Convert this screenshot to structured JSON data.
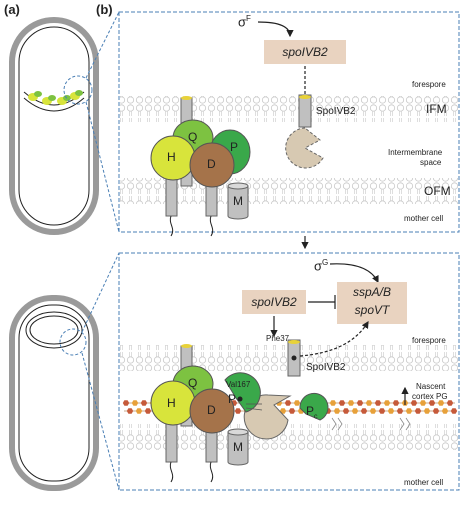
{
  "panels": {
    "a": "(a)",
    "b": "(b)"
  },
  "top": {
    "sigma": "σ",
    "sigma_sup": "F",
    "gene": "spoIVB2",
    "protein": "SpoIVB2",
    "labels": {
      "forespore": "forespore",
      "ifm": "IFM",
      "intermembrane_1": "Intermembrane",
      "intermembrane_2": "space",
      "ofm": "OFM",
      "mother_cell": "mother cell"
    },
    "proteins": {
      "q": "Q",
      "h": "H",
      "d": "D",
      "p": "P",
      "m": "M"
    }
  },
  "bottom": {
    "sigma": "σ",
    "sigma_sup": "G",
    "gene": "spoIVB2",
    "target_line1": "sspA/B",
    "target_line2": "spoVT",
    "residue1": "Phe37",
    "residue2": "Val167",
    "protein": "SpoIVB2",
    "labels": {
      "forespore": "forespore",
      "nascent_1": "Nascent",
      "nascent_2": "cortex PG",
      "mother_cell": "mother cell"
    },
    "proteins": {
      "q": "Q",
      "h": "H",
      "d": "D",
      "p": "P",
      "m": "M",
      "pc_main": "P",
      "pc_sub": "c"
    }
  },
  "colors": {
    "frame": "#4a7fb5",
    "gene_box": "#e9d3c0",
    "q_green": "#7dc241",
    "h_yellow": "#d8e43b",
    "d_brown": "#a5734a",
    "p_green": "#3aa84a",
    "protease": "#d7c9b2",
    "pg_orange": "#e7a13a",
    "pg_red": "#c65a3a"
  }
}
